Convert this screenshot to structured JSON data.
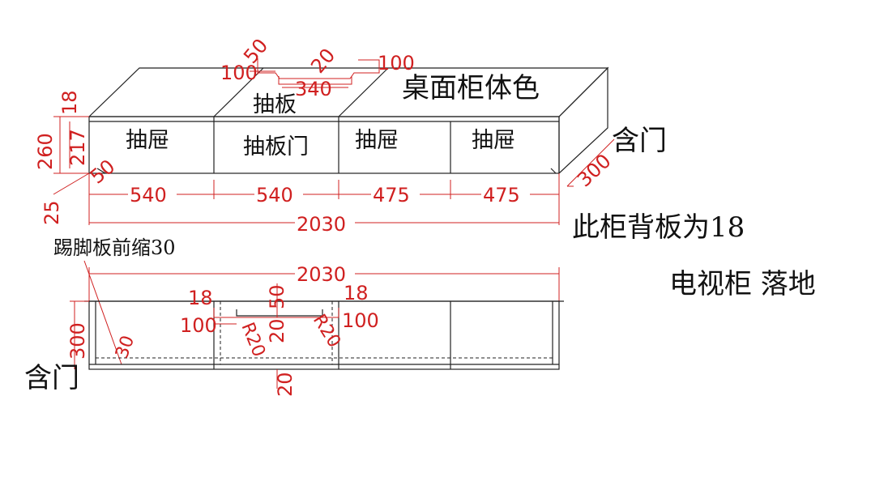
{
  "top_view": {
    "desk_color_note": "桌面柜体色",
    "pull_board_label": "抽板",
    "front_labels": [
      "抽屉",
      "抽板门",
      "抽屉",
      "抽屉"
    ],
    "door_note": "含门",
    "dims_width": [
      "540",
      "540",
      "475",
      "475"
    ],
    "total_width": "2030",
    "dim_300": "300",
    "dim_260": "260",
    "dim_217": "217",
    "dim_18": "18",
    "dim_25": "25",
    "dim_50": "50",
    "slot_dims": {
      "d100_left": "100",
      "d50": "50",
      "d20": "20",
      "d340": "340",
      "d100_right": "100"
    }
  },
  "notes": {
    "back_panel": "此柜背板为18",
    "kick_board": "踢脚板前缩30",
    "tv_floor": "电视柜  落地"
  },
  "front_view": {
    "total_width": "2030",
    "dim_300": "300",
    "dim_30": "30",
    "dim_18_left": "18",
    "dim_18_right": "18",
    "dim_50": "50",
    "dim_100_left": "100",
    "dim_100_right": "100",
    "dim_20": "20",
    "dim_r20_left": "R20",
    "dim_r20_right": "R20",
    "dim_20_bottom": "20",
    "door_note": "含门"
  }
}
